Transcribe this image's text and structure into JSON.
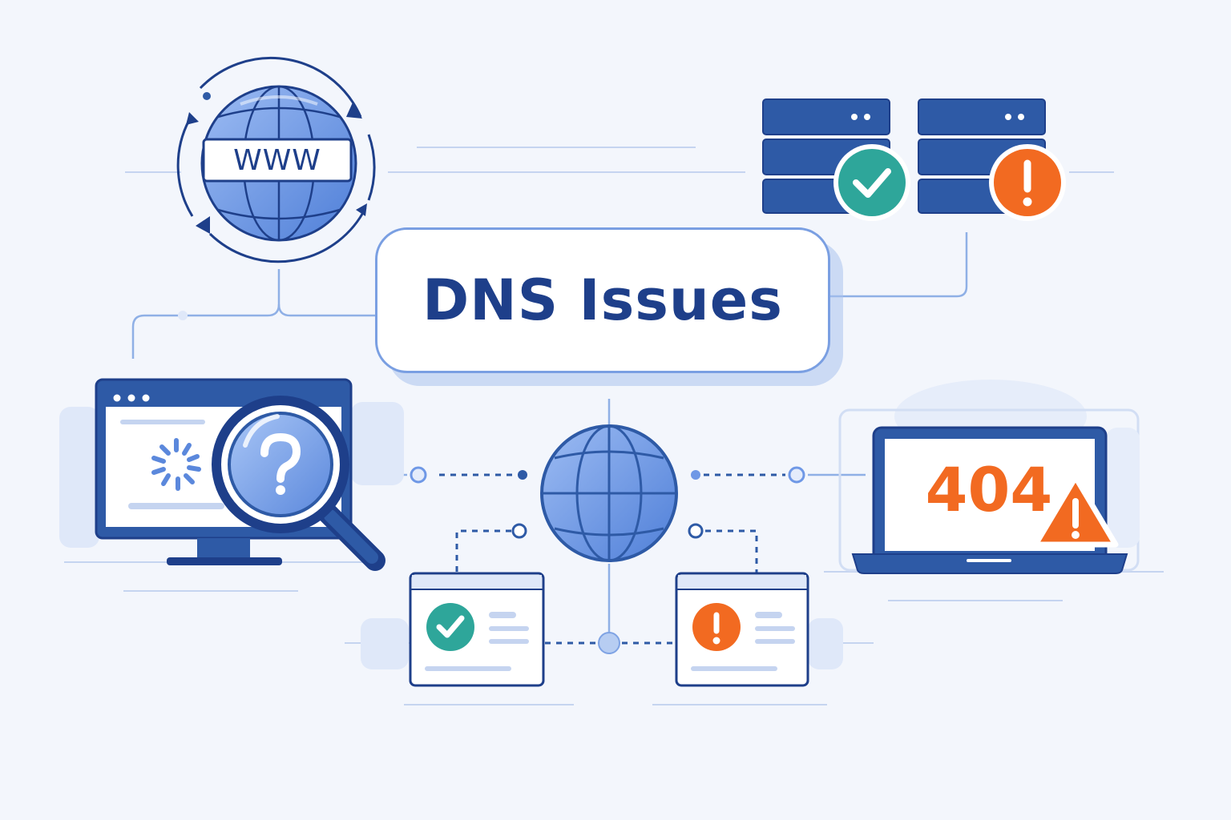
{
  "title": "DNS Issues",
  "www_label": "WWW",
  "error_code": "404",
  "colors": {
    "background": "#f3f6fc",
    "navy": "#1e3f8a",
    "blue": "#2e5aa6",
    "light_blue": "#6f98e6",
    "teal": "#2ea69a",
    "orange": "#f26a21",
    "line": "#9ab4e6"
  },
  "icons": [
    "globe-www-icon",
    "refresh-arrows-icon",
    "server-ok-icon",
    "server-warning-icon",
    "monitor-loading-icon",
    "magnifier-question-icon",
    "network-globe-icon",
    "window-ok-icon",
    "window-warning-icon",
    "laptop-404-icon",
    "warning-triangle-icon"
  ]
}
